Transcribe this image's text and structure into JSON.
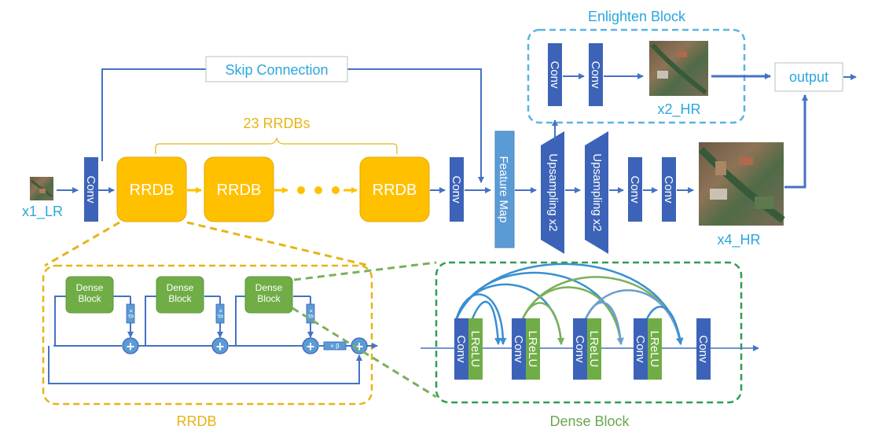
{
  "diagram": {
    "top": {
      "input_label": "x1_LR",
      "conv": "Conv",
      "rrdb": "RRDB",
      "rrdb_count_label": "23 RRDBs",
      "skip_label": "Skip Connection",
      "feature_map": "Feature Map",
      "upsampling": "Upsampling x2",
      "enlighten_title": "Enlighten Block",
      "x2_label": "x2_HR",
      "x4_label": "x4_HR",
      "output": "output"
    },
    "rrdb_detail": {
      "title": "RRDB",
      "dense_block": "Dense Block",
      "beta": "× β",
      "plus": "+"
    },
    "dense_detail": {
      "title": "Dense Block",
      "conv": "Conv",
      "lrelu": "LReLU"
    },
    "colors": {
      "blue_arrow": "#4472c4",
      "conv_blue": "#3c63b8",
      "feature_blue": "#5b9bd5",
      "rrdb_orange": "#ffc000",
      "rrdb_border": "#e6a800",
      "gold_text": "#e7b416",
      "cyan_text": "#2aa7de",
      "dense_green": "#70ad47",
      "dense_green_text": "#6aa84f",
      "green_border": "#2e9e4f"
    }
  }
}
